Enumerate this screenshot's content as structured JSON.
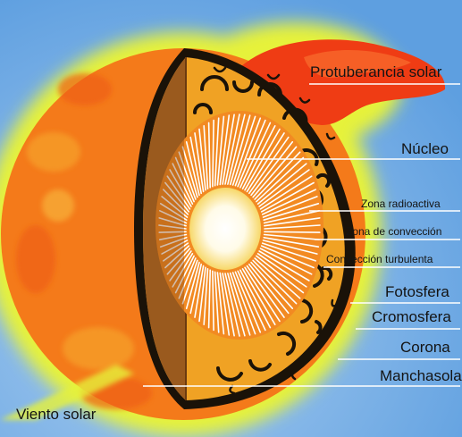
{
  "figure": {
    "labels": {
      "protuberancia": "Protuberancia solar",
      "nucleo": "Núcleo",
      "zona_radioactiva": "Zona radioactiva",
      "zona_conveccion": "Zona de convección",
      "conveccion_turbulenta": "Convección turbulenta",
      "fotosfera": "Fotosfera",
      "cromosfera": "Cromosfera",
      "corona": "Corona",
      "manchasolar": "Manchasolar",
      "viento_solar": "Viento solar"
    },
    "colors": {
      "sky": "#7ab4ea",
      "glow": "#e6f23a",
      "surface": "#f47a1a",
      "prominence": "#ef3c14",
      "convection_zone": "#f0a224",
      "core_left": "#9a5a1e",
      "rays": "#ffffff",
      "label_line": "#ffffff"
    }
  }
}
